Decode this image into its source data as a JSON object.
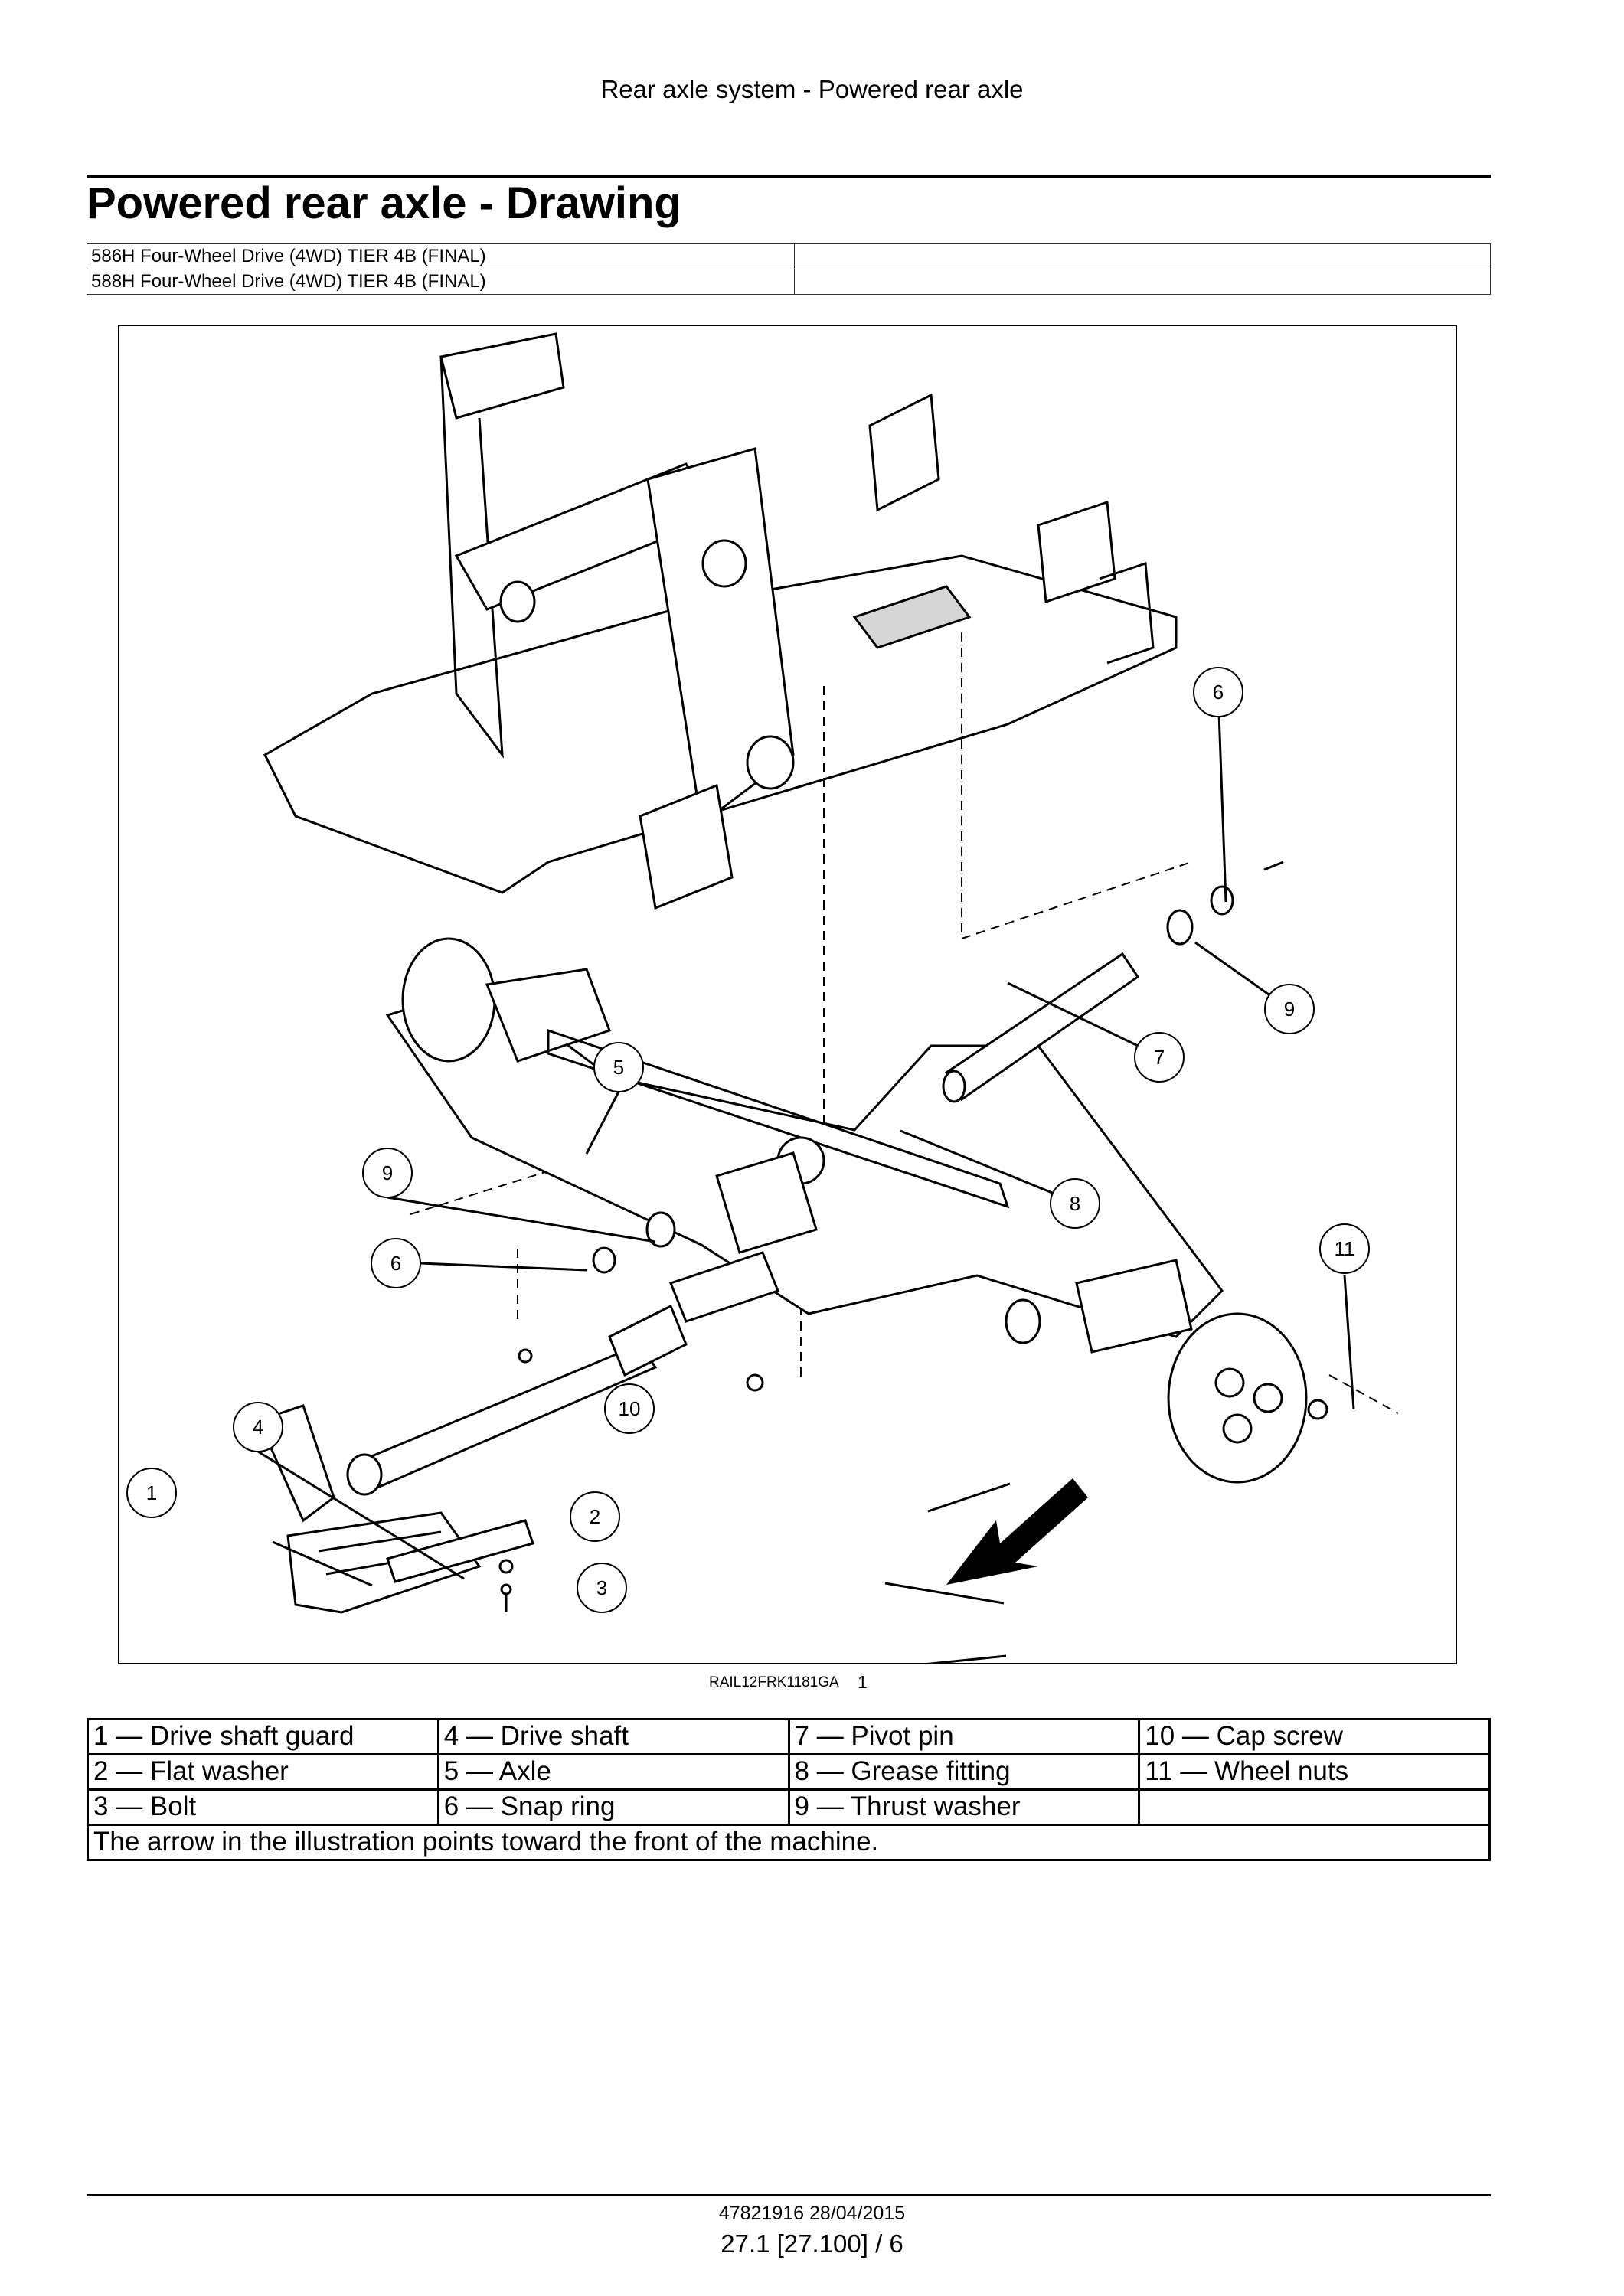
{
  "header": {
    "section": "Rear axle system - Powered rear axle"
  },
  "title": "Powered rear axle - Drawing",
  "models": [
    "586H Four-Wheel Drive (4WD) TIER 4B (FINAL)",
    "588H Four-Wheel Drive (4WD) TIER 4B (FINAL)"
  ],
  "figure": {
    "id": "RAIL12FRK1181GA",
    "number": "1",
    "callouts": [
      "1",
      "2",
      "3",
      "4",
      "5",
      "6",
      "6",
      "7",
      "8",
      "9",
      "9",
      "10",
      "11"
    ]
  },
  "legend": {
    "rows": [
      [
        "1 — Drive shaft guard",
        "4 — Drive shaft",
        "7 — Pivot pin",
        "10 — Cap screw"
      ],
      [
        "2 — Flat washer",
        "5 — Axle",
        "8 — Grease fitting",
        "11 — Wheel nuts"
      ],
      [
        "3 — Bolt",
        "6 — Snap ring",
        "9 — Thrust washer",
        ""
      ]
    ],
    "note": "The arrow in the illustration points toward the front of the machine."
  },
  "footer": {
    "doc": "47821916 28/04/2015",
    "page": "27.1 [27.100] / 6"
  }
}
